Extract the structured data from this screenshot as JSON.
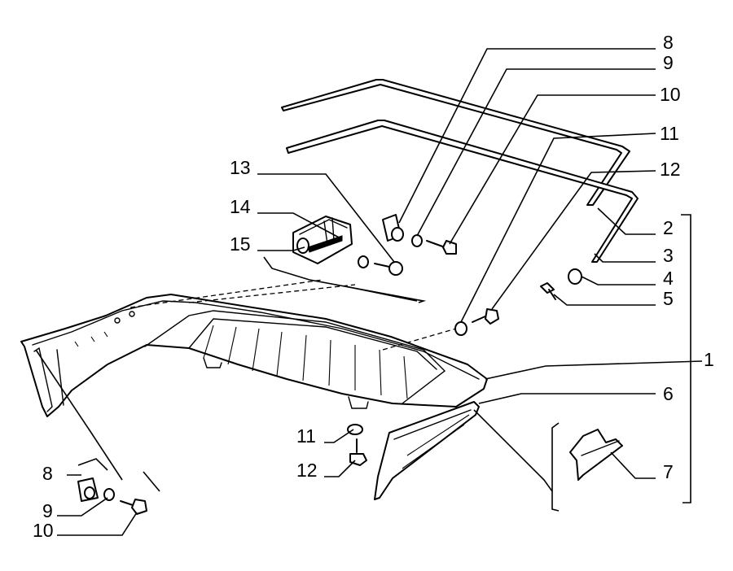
{
  "callouts": [
    {
      "id": "8",
      "text": "8"
    },
    {
      "id": "9",
      "text": "9"
    },
    {
      "id": "10",
      "text": "10"
    },
    {
      "id": "11",
      "text": "11"
    },
    {
      "id": "12",
      "text": "12"
    },
    {
      "id": "2",
      "text": "2"
    },
    {
      "id": "3",
      "text": "3"
    },
    {
      "id": "4",
      "text": "4"
    },
    {
      "id": "5",
      "text": "5"
    },
    {
      "id": "1",
      "text": "1"
    },
    {
      "id": "6",
      "text": "6"
    },
    {
      "id": "7",
      "text": "7"
    },
    {
      "id": "13",
      "text": "13"
    },
    {
      "id": "14",
      "text": "14"
    },
    {
      "id": "15",
      "text": "15"
    },
    {
      "id": "11b",
      "text": "11"
    },
    {
      "id": "12b",
      "text": "12"
    },
    {
      "id": "8b",
      "text": "8"
    },
    {
      "id": "9b",
      "text": "9"
    },
    {
      "id": "10b",
      "text": "10"
    }
  ],
  "colors": {
    "ink": "#000000",
    "paper": "#ffffff"
  }
}
